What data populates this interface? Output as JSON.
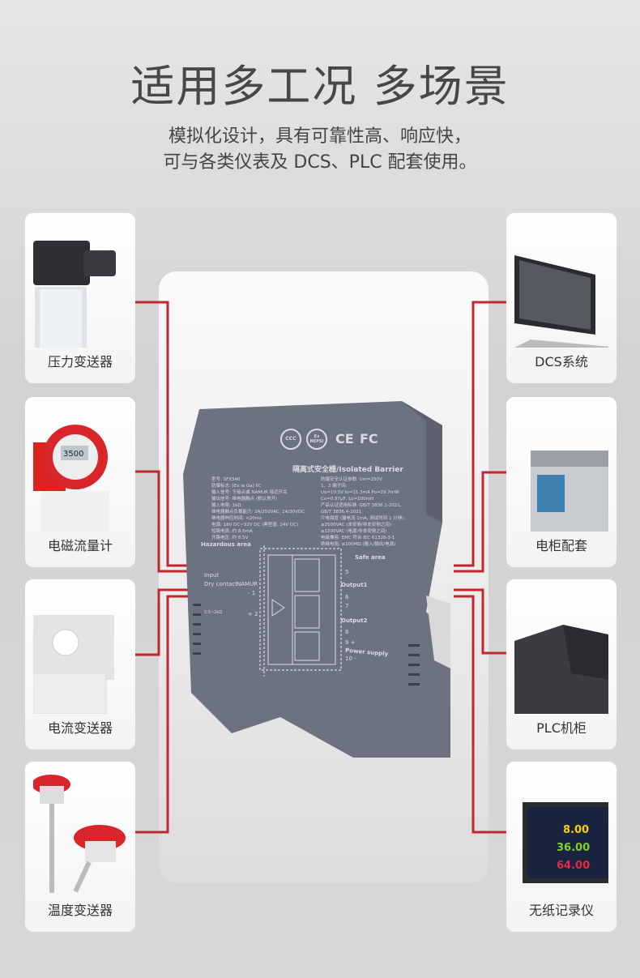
{
  "header": {
    "title": "适用多工况 多场景",
    "subtitle_line1": "模拟化设计，具有可靠性高、响应快，",
    "subtitle_line2": "可与各类仪表及 DCS、PLC 配套使用。"
  },
  "left_items": [
    {
      "label": "压力变送器",
      "icon": "pressure-transmitter"
    },
    {
      "label": "电磁流量计",
      "icon": "electromagnetic-flowmeter"
    },
    {
      "label": "电流变送器",
      "icon": "current-transmitter"
    },
    {
      "label": "温度变送器",
      "icon": "temperature-transmitter"
    }
  ],
  "right_items": [
    {
      "label": "DCS系统",
      "icon": "monitor"
    },
    {
      "label": "电柜配套",
      "icon": "cabinet-module"
    },
    {
      "label": "PLC机柜",
      "icon": "plc-inverter"
    },
    {
      "label": "无纸记录仪",
      "icon": "paperless-recorder"
    }
  ],
  "recorder": {
    "values": [
      "8.00",
      "36.00",
      "64.00"
    ]
  },
  "flowmeter": {
    "display": "3500"
  },
  "device": {
    "title": "隔离式安全栅/Isolated Barrier",
    "specs_left": "型号: SFX340\n防爆标志: [Ex ia Ga] IIC\n输入信号: 干接点或 NAMUR 接近开关\n输出信号: 继电器触点 (默认常开)\n输入电阻: 1kΩ\n继电器触点负载能力: 2A/250VAC, 2A/30VDC\n继电器响应时间: <20ms\n电源: 18V DC~32V DC (典型值: 24V DC)\n短路电流: 约 8.5mA\n开路电压: 约 8.5V",
    "specs_right": "防爆安全认证参数: Um=250V\n1、2 端子间:\nUo=10.5V Io=11.3mA Po=29.7mW\nCo=0.97μF, Lo=100mH\n产品认证适用标准: GB/T 3836.1-2021,\nGB/T 3836.4-2021\n介电强度 (漏电流 1mA, 测试时间 1 分钟):\n≥2500VAC (本安侧/非本安侧之间)\n≥1500VAC (电源/非本安侧之间)\n电磁兼容: EMC 符合 IEC 61326-3-1\n绝缘电阻: ≥100MΩ (输入/输出/电源)",
    "hazardous": "Hazardous area",
    "safe": "Safe area",
    "input": "Input",
    "dry_contact": "Dry contact",
    "namur": "NAMUR",
    "resistor": "0.5~2kΩ",
    "output1": "Output1",
    "output2": "Output2",
    "power": "Power supply",
    "terminals": [
      "5",
      "6",
      "7",
      "8",
      "9 +",
      "10 -",
      "- 1",
      "+ 2"
    ],
    "certs": [
      "CCC",
      "Ex NEPSI",
      "CE",
      "FC"
    ]
  },
  "colors": {
    "line": "#c0282d",
    "device": "#6d7280",
    "title": "#474747"
  }
}
